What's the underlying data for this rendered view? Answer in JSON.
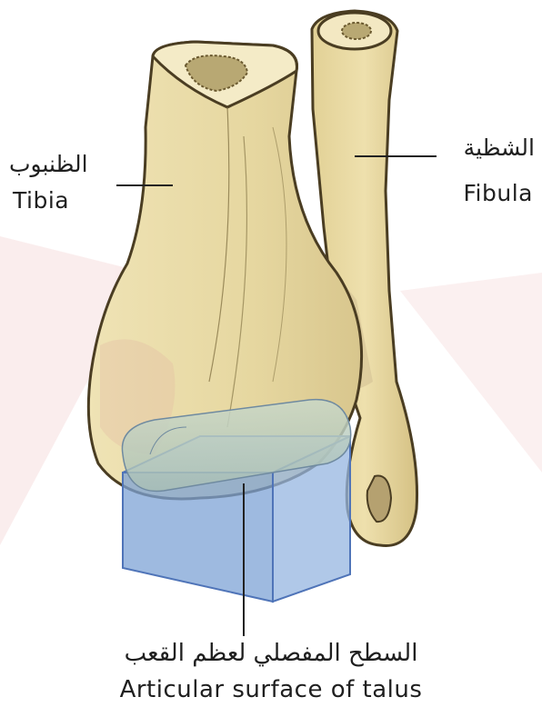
{
  "labels": {
    "tibia": {
      "ar": "الظنبوب",
      "en": "Tibia"
    },
    "fibula": {
      "ar": "الشظية",
      "en": "Fibula"
    },
    "talus": {
      "ar": "السطح المفصلي لعظم القعب",
      "en": "Articular surface of talus"
    }
  },
  "colors": {
    "bone": "#ecdfae",
    "bone_shade": "#d6c48a",
    "outline": "#4a3d22",
    "marrow": "#b8a873",
    "surface_fill": "#7ea3d6",
    "surface_stroke": "#4f74b8",
    "watermark": "#f7e3e3"
  }
}
